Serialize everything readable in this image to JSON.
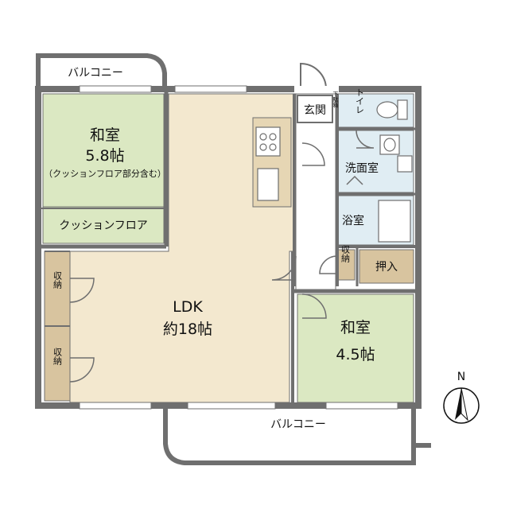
{
  "colors": {
    "wall": "#6f6f6f",
    "washitsu": "#dbe8c2",
    "ldk": "#f3e8cf",
    "storage": "#d8c49f",
    "wet": "#e0edf3",
    "corridor": "#ffffff",
    "pantry": "#e6d6b4"
  },
  "rooms": {
    "washitsu_large": {
      "name": "和室",
      "size": "5.8帖",
      "note": "（クッションフロア部分含む）"
    },
    "cushion_floor": {
      "name": "クッションフロア"
    },
    "ldk": {
      "name": "LDK",
      "size": "約18帖"
    },
    "washitsu_small": {
      "name": "和室",
      "size": "4.5帖"
    },
    "entrance": {
      "name": "玄関"
    },
    "shoe_box": {
      "name": "下駄箱"
    },
    "toilet": {
      "name": "トイレ"
    },
    "washroom": {
      "name": "洗面室"
    },
    "bathroom": {
      "name": "浴室"
    },
    "storage": {
      "name": "収納"
    },
    "closet": {
      "name": "押入"
    }
  },
  "balconies": {
    "top": "バルコニー",
    "bottom": "バルコニー"
  },
  "compass": {
    "label": "N"
  }
}
